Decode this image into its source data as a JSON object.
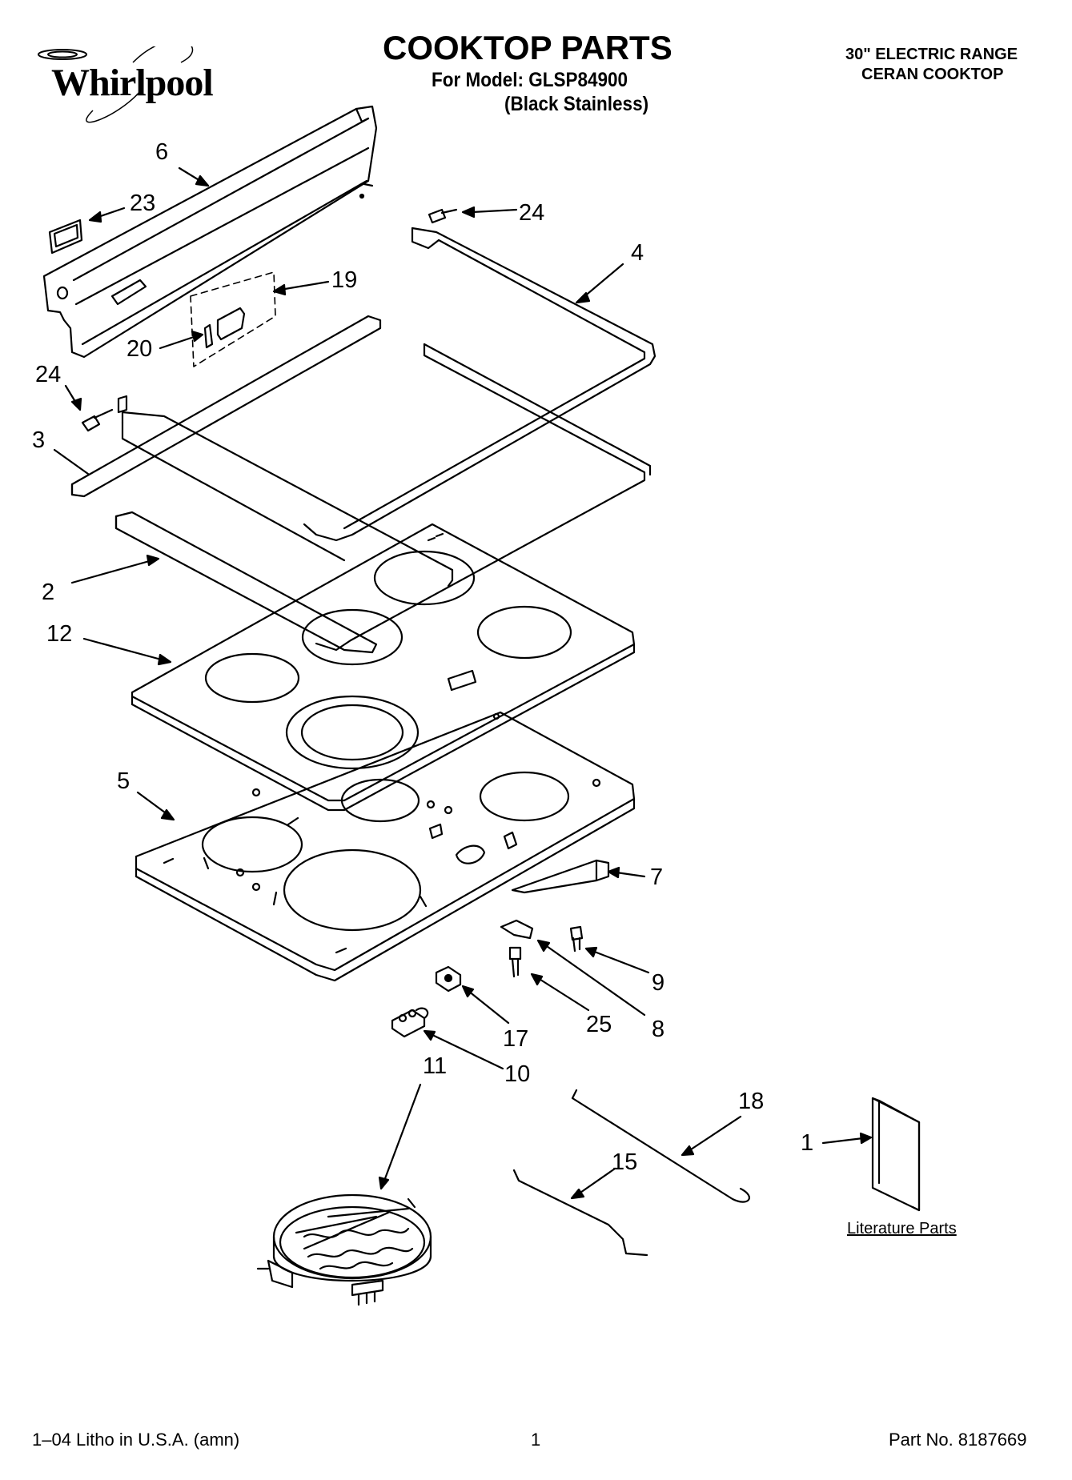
{
  "header": {
    "brand": "Whirlpool",
    "title": "COOKTOP PARTS",
    "model_line": "For Model: GLSP84900",
    "model_variant": "(Black Stainless)",
    "range_line1": "30\" ELECTRIC RANGE",
    "range_line2": "CERAN COOKTOP"
  },
  "callouts": [
    {
      "id": "c6",
      "label": "6"
    },
    {
      "id": "c23",
      "label": "23"
    },
    {
      "id": "c24a",
      "label": "24"
    },
    {
      "id": "c4",
      "label": "4"
    },
    {
      "id": "c19",
      "label": "19"
    },
    {
      "id": "c20",
      "label": "20"
    },
    {
      "id": "c24b",
      "label": "24"
    },
    {
      "id": "c3",
      "label": "3"
    },
    {
      "id": "c2",
      "label": "2"
    },
    {
      "id": "c12",
      "label": "12"
    },
    {
      "id": "c5",
      "label": "5"
    },
    {
      "id": "c7",
      "label": "7"
    },
    {
      "id": "c9",
      "label": "9"
    },
    {
      "id": "c25",
      "label": "25"
    },
    {
      "id": "c8",
      "label": "8"
    },
    {
      "id": "c17",
      "label": "17"
    },
    {
      "id": "c10",
      "label": "10"
    },
    {
      "id": "c11",
      "label": "11"
    },
    {
      "id": "c18",
      "label": "18"
    },
    {
      "id": "c15",
      "label": "15"
    },
    {
      "id": "c1",
      "label": "1"
    }
  ],
  "literature_label": "Literature Parts",
  "footer": {
    "left": "1–04 Litho in U.S.A. (amn)",
    "center": "1",
    "right": "Part No. 8187669"
  }
}
